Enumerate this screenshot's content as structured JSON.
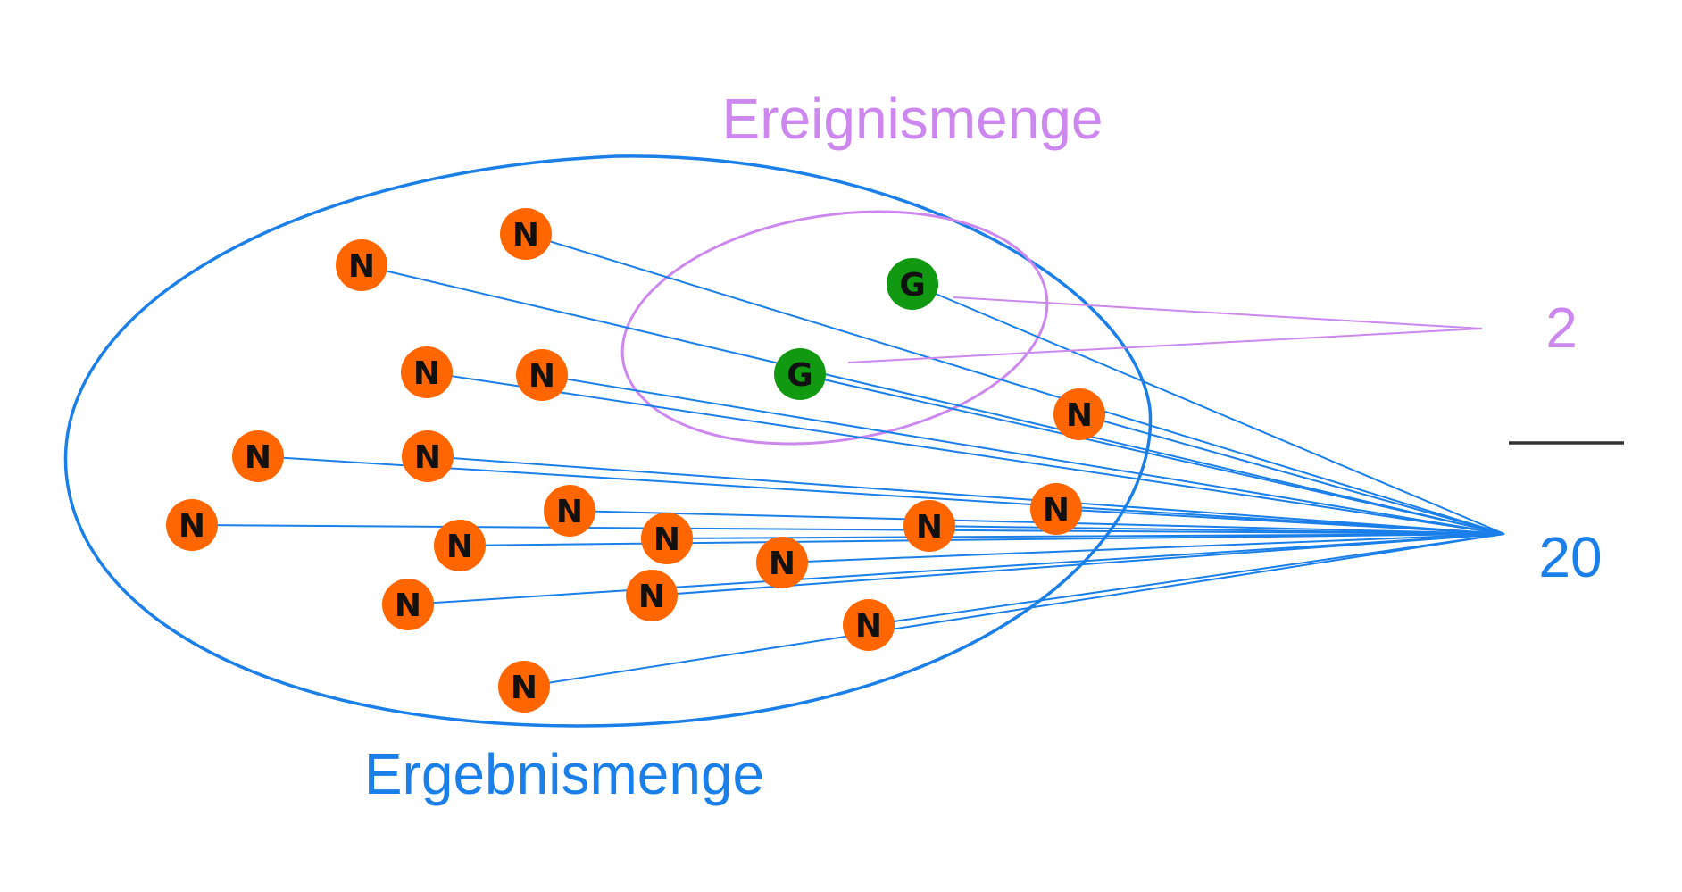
{
  "labels": {
    "event_set": "Ereignismenge",
    "outcome_set": "Ergebnismenge",
    "numerator": "2",
    "denominator": "20"
  },
  "colors": {
    "outcome_set": "#1a7fe8",
    "event_set": "#cc88ee",
    "token_n": "#ff6600",
    "token_g": "#119911",
    "fraction_bar": "#333333",
    "letter": "#111111"
  },
  "token_letters": {
    "n": "N",
    "g": "G"
  },
  "counts": {
    "event_elements": 2,
    "outcome_elements": 20
  }
}
